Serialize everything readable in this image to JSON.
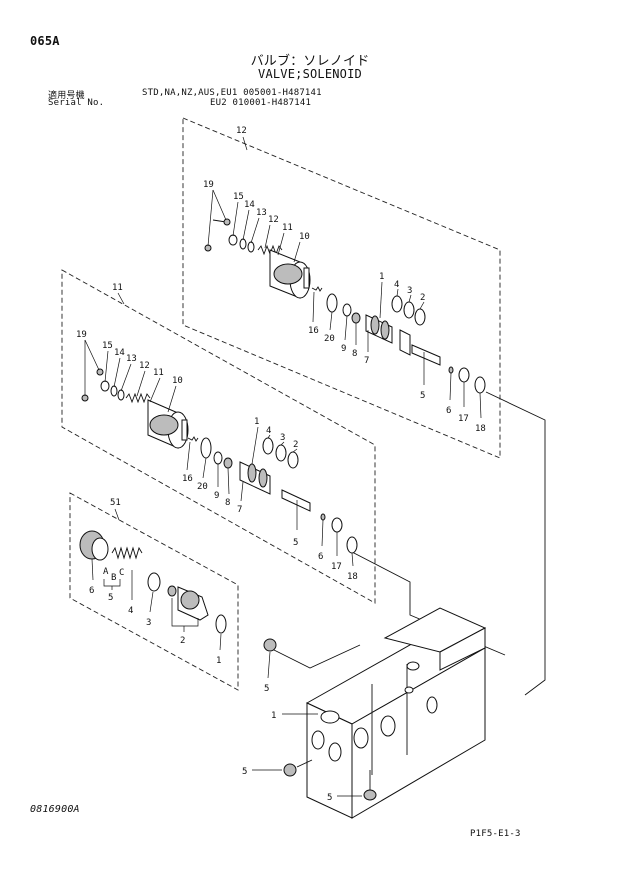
{
  "page_code": "065A",
  "title_jp": "バルブ：ソレノイド",
  "title_en": "VALVE;SOLENOID",
  "serial": {
    "label_jp": "適用号機",
    "label_en": "Serial No.",
    "line1": "STD,NA,NZ,AUS,EU1  005001-H487141",
    "line2": "EU2  010001-H487141"
  },
  "figure_code": "0816900A",
  "reference": "P1F5-E1-3",
  "callouts": {
    "a1": "1",
    "a2": "2",
    "a3": "3",
    "a4": "4",
    "a5": "5",
    "a6": "6",
    "a7": "7",
    "a8": "8",
    "a9": "9",
    "a10": "10",
    "a11": "11",
    "a12": "12",
    "a13": "13",
    "a14": "14",
    "a15": "15",
    "a16": "16",
    "a17": "17",
    "a18": "18",
    "a19": "19",
    "a20": "20",
    "a12box": "12",
    "b1": "1",
    "b2": "2",
    "b3": "3",
    "b4": "4",
    "b5": "5",
    "b6": "6",
    "b7": "7",
    "b8": "8",
    "b9": "9",
    "b10": "10",
    "b11": "11",
    "b12": "12",
    "b13": "13",
    "b14": "14",
    "b15": "15",
    "b16": "16",
    "b17": "17",
    "b18": "18",
    "b19": "19",
    "b20": "20",
    "b11box": "11",
    "c51": "51",
    "cA": "A",
    "cB": "B",
    "cC": "C",
    "c1": "1",
    "c2": "2",
    "c3": "3",
    "c4": "4",
    "c5a": "5",
    "c5b": "5",
    "c6": "6",
    "d1": "1",
    "d5a": "5",
    "d5b": "5"
  }
}
